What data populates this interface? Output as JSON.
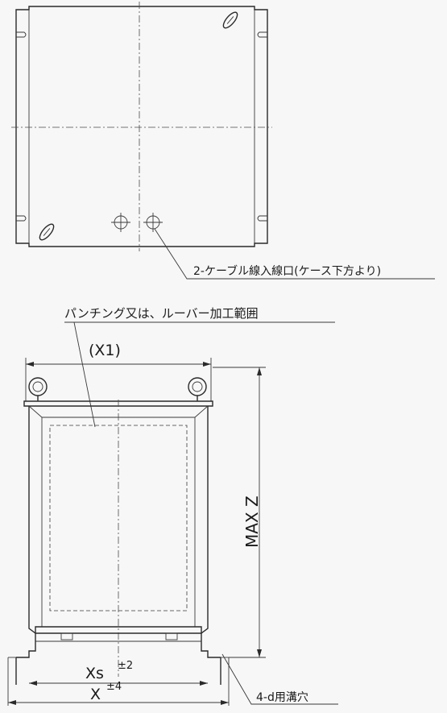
{
  "labels": {
    "cable_entry": "2-ケーブル線入線口(ケース下方より)",
    "punching": "パンチング又は、ルーバー加工範囲",
    "width_x1": "(X1)",
    "height": "MAX Z",
    "xs_base": "Xs",
    "xs_tol": "±2",
    "x_base": "X",
    "x_tol": "±4",
    "slot_holes": "4-d用溝穴"
  }
}
